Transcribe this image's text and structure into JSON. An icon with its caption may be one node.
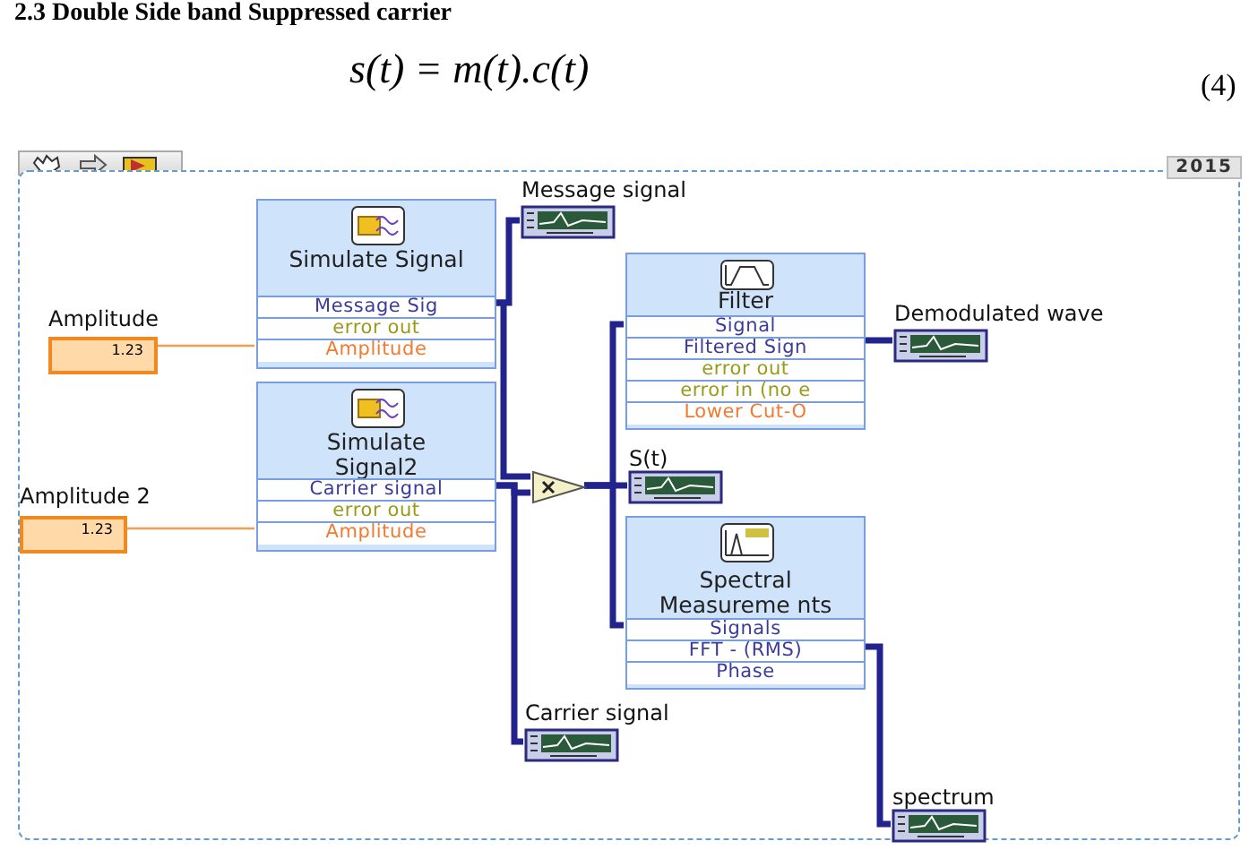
{
  "diagram": {
    "title": "2.3 Double Side band Suppressed carrier",
    "nodes": [
      {
        "text": [
          "2015"
        ]
      },
      {
        "text": [
          "Simulate Signal",
          "Message Sig",
          "error out",
          "Amplitude"
        ],
        "in": 0
      },
      {
        "text": [
          "Simulate Signal2",
          "Carrier signal",
          "error out",
          "Amplitude"
        ],
        "in": 0
      },
      {
        "text": [
          "Amplitude",
          "1.23"
        ],
        "in": 0
      },
      {
        "text": [
          "Amplitude 2",
          "1.23"
        ],
        "in": 0
      },
      {
        "text": [
          "Message signal"
        ],
        "in": 0
      },
      {
        "text": [],
        "shape": "triangle",
        "in": 0
      },
      {
        "text": [
          "Filter",
          "Signal",
          "Filtered Sign",
          "error out",
          "error in (no e",
          "Lower Cut-O"
        ],
        "in": 0
      },
      {
        "text": [
          "S(t)"
        ],
        "in": 0
      },
      {
        "text": [
          "Spectral Measureme nts",
          "Signals",
          "FFT - (RMS)",
          "Phase"
        ],
        "in": 0
      },
      {
        "text": [
          "Demodulated wave"
        ],
        "in": 0
      },
      {
        "text": [
          "Carrier signal"
        ],
        "in": 0
      },
      {
        "text": [
          "spectrum"
        ],
        "in": 0
      }
    ],
    "edges": [
      {
        "from": 3,
        "to": 1,
        "arrow": "none",
        "color": "#f0a050"
      },
      {
        "from": 4,
        "to": 2,
        "arrow": "none",
        "color": "#f0a050"
      },
      {
        "from": 1,
        "to": 5,
        "arrow": "none"
      },
      {
        "from": 1,
        "to": 6,
        "arrow": "none"
      },
      {
        "from": 2,
        "to": 6,
        "arrow": "none"
      },
      {
        "from": 2,
        "to": 11,
        "arrow": "none"
      },
      {
        "from": 6,
        "to": 7,
        "arrow": "none"
      },
      {
        "from": 6,
        "to": 8,
        "arrow": "none"
      },
      {
        "from": 6,
        "to": 9,
        "arrow": "none"
      },
      {
        "from": 7,
        "to": 10,
        "arrow": "none"
      },
      {
        "from": 9,
        "to": 12,
        "arrow": "none"
      }
    ],
    "labels": [
      "s(t) = m(t).c(t)",
      "(4)"
    ]
  }
}
